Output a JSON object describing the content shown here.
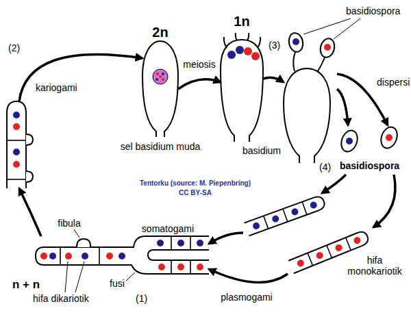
{
  "diagram": {
    "nodes": [
      {
        "text": [
          "2n",
          "sel basidium muda"
        ]
      },
      {
        "text": [
          "1n"
        ]
      },
      {
        "text": [
          "basidiospora",
          "basidium"
        ]
      },
      {
        "text": [
          "basidiospora"
        ]
      },
      {
        "text": [
          "hifa monokariotik"
        ]
      },
      {
        "text": [
          "somatogami",
          "fibula",
          "n + n",
          "hifa dikariotik",
          "fusi"
        ]
      },
      {
        "text": [
          "kariogami"
        ]
      }
    ],
    "edges": [
      {
        "from": 6,
        "to": 0,
        "arrow": "to"
      },
      {
        "from": 0,
        "to": 1,
        "label": "meiosis",
        "arrow": "to"
      },
      {
        "from": 1,
        "to": 2,
        "arrow": "to"
      },
      {
        "from": 2,
        "to": 3,
        "label": "dispersi",
        "arrow": "to"
      },
      {
        "from": 2,
        "to": 3,
        "arrow": "to"
      },
      {
        "from": 3,
        "to": 4,
        "arrow": "to"
      },
      {
        "from": 3,
        "to": 4,
        "arrow": "to"
      },
      {
        "from": 4,
        "to": 5,
        "label": "plasmogami",
        "arrow": "to"
      },
      {
        "from": 4,
        "to": 5,
        "arrow": "to"
      },
      {
        "from": 5,
        "to": 6,
        "arrow": "to"
      }
    ],
    "labels": [
      "(2)",
      "(3)",
      "(4)",
      "(1)",
      "Tentorku (source: M. Piepenbring)",
      "CC BY-SA"
    ]
  }
}
